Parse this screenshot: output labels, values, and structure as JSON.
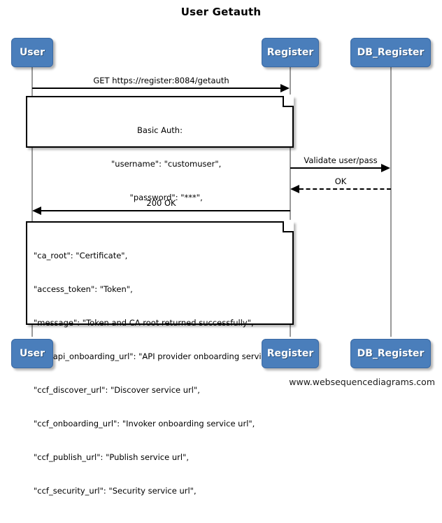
{
  "diagram": {
    "title": "User Getauth",
    "type": "sequence-diagram",
    "footer": "www.websequencediagrams.com",
    "colors": {
      "actor_fill": "#4a7ebb",
      "actor_border": "#3a69a3",
      "actor_text": "#ffffff",
      "line": "#000000",
      "lifeline": "#9a9a9a",
      "background": "#ffffff"
    },
    "participants": [
      {
        "id": "user",
        "label": "User"
      },
      {
        "id": "register",
        "label": "Register"
      },
      {
        "id": "db_register",
        "label": "DB_Register"
      }
    ],
    "messages": [
      {
        "id": "m1",
        "label": "GET https://register:8084/getauth",
        "from": "user",
        "to": "register",
        "style": "solid",
        "direction": "right"
      },
      {
        "id": "m2",
        "label": "Validate user/pass",
        "from": "register",
        "to": "db_register",
        "style": "solid",
        "direction": "right"
      },
      {
        "id": "m3",
        "label": "OK",
        "from": "db_register",
        "to": "register",
        "style": "dashed",
        "direction": "left"
      },
      {
        "id": "m4",
        "label": "200 OK",
        "from": "register",
        "to": "user",
        "style": "solid",
        "direction": "left"
      }
    ],
    "notes": [
      {
        "id": "note-basic-auth",
        "align": "centered",
        "lines": [
          "Basic Auth:",
          "     \"username\": \"customuser\",",
          "     \"password\": \"***\","
        ]
      },
      {
        "id": "note-response",
        "align": "left",
        "lines": [
          "\"ca_root\": \"Certificate\",",
          "\"access_token\": \"Token\",",
          "\"message\": \"Token and CA root returned successfully\",",
          "\"ccf_api_onboarding_url\": \"API provider onboarding service url\",",
          "\"ccf_discover_url\": \"Discover service url\",",
          "\"ccf_onboarding_url\": \"Invoker onboarding service url\",",
          "\"ccf_publish_url\": \"Publish service url\",",
          "\"ccf_security_url\": \"Security service url\","
        ]
      }
    ]
  }
}
